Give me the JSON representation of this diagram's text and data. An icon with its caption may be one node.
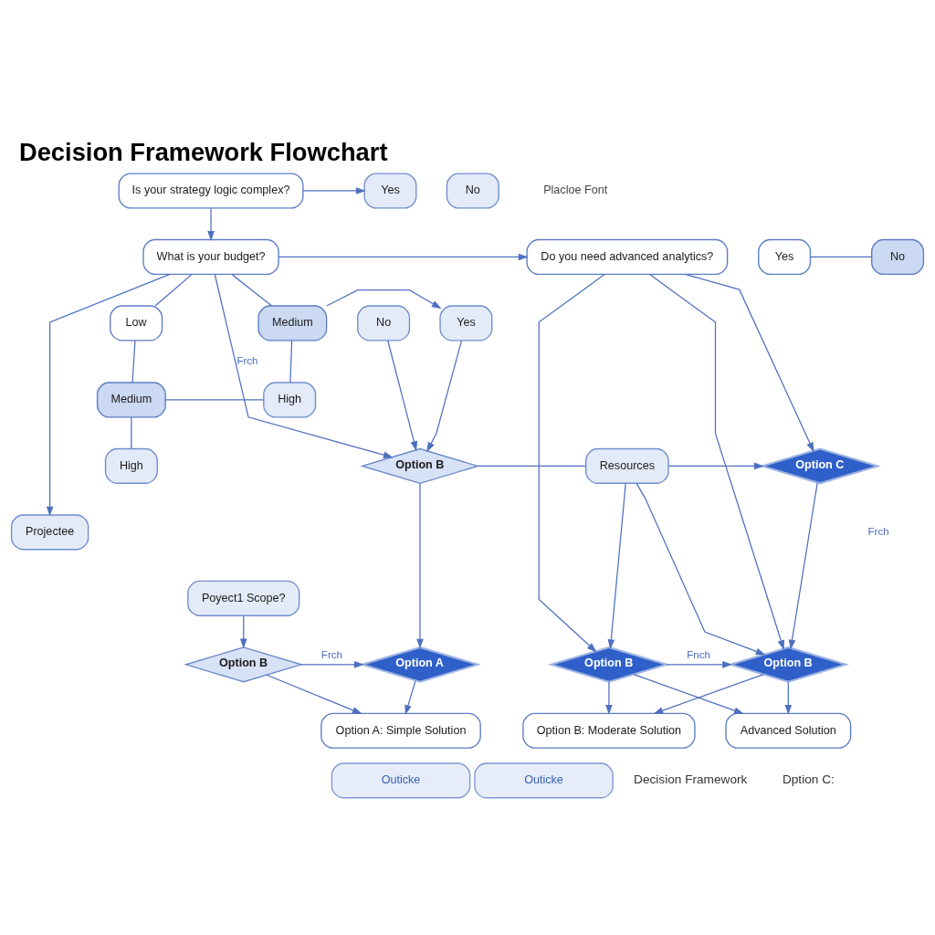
{
  "diagram": {
    "title": "Decision Framework Flowchart",
    "nodes": [
      {
        "text": [
          "Is your strategy logic complex?"
        ]
      },
      {
        "text": [
          "Yes"
        ]
      },
      {
        "text": [
          "No"
        ]
      },
      {
        "text": [
          "What is your budget?"
        ]
      },
      {
        "text": [
          "Do you need advanced analytics?"
        ]
      },
      {
        "text": [
          "Yes"
        ]
      },
      {
        "text": [
          "No"
        ]
      },
      {
        "text": [
          "Low"
        ]
      },
      {
        "text": [
          "Medium"
        ]
      },
      {
        "text": [
          "Yes"
        ]
      },
      {
        "text": [
          "No"
        ]
      },
      {
        "text": [
          "Medium"
        ]
      },
      {
        "text": [
          "High"
        ]
      },
      {
        "text": [
          "High"
        ]
      },
      {
        "text": [
          "Resources"
        ]
      },
      {
        "text": [
          "Option B"
        ]
      },
      {
        "text": [
          "Option C"
        ]
      },
      {
        "text": [
          "Projectee"
        ]
      },
      {
        "text": [
          "Poyect1 Scope?"
        ]
      },
      {
        "text": [
          "Option B"
        ]
      },
      {
        "text": [
          "Option A"
        ]
      },
      {
        "text": [
          "Option B"
        ]
      },
      {
        "text": [
          "Option B"
        ]
      },
      {
        "text": [
          "Option A: Simple Solution"
        ]
      },
      {
        "text": [
          "Option B: Moderate Solution"
        ]
      },
      {
        "text": [
          "Advanced Solution"
        ]
      },
      {
        "text": [
          "Outicke"
        ]
      },
      {
        "text": [
          "Outicke"
        ]
      }
    ],
    "edges": [
      {
        "from": 0,
        "to": 1,
        "arrow": "to"
      },
      {
        "from": 0,
        "to": 3,
        "arrow": "to"
      },
      {
        "from": 3,
        "to": 4,
        "arrow": "to"
      },
      {
        "from": 4,
        "to": 16,
        "arrow": "to"
      },
      {
        "from": 4,
        "to": 21,
        "arrow": "to"
      },
      {
        "from": 4,
        "to": 22,
        "arrow": "to"
      },
      {
        "from": 14,
        "to": 16,
        "arrow": "to"
      },
      {
        "from": 14,
        "to": 21,
        "arrow": "to"
      },
      {
        "from": 14,
        "to": 22,
        "arrow": "to"
      },
      {
        "from": 5,
        "to": 6,
        "arrow": "none"
      },
      {
        "from": 3,
        "to": 7,
        "arrow": "none"
      },
      {
        "from": 3,
        "to": 8,
        "arrow": "none"
      },
      {
        "from": 8,
        "to": 9,
        "arrow": "to"
      },
      {
        "from": 7,
        "to": 11,
        "arrow": "none"
      },
      {
        "from": 8,
        "to": 12,
        "arrow": "none"
      },
      {
        "from": 11,
        "to": 12,
        "arrow": "none"
      },
      {
        "from": 11,
        "to": 13,
        "arrow": "none"
      },
      {
        "from": 9,
        "to": 15,
        "arrow": "to"
      },
      {
        "from": 10,
        "to": 15,
        "arrow": "to"
      },
      {
        "from": 15,
        "to": 14,
        "arrow": "none"
      },
      {
        "from": 3,
        "to": 15,
        "arrow": "to",
        "label": "Frch"
      },
      {
        "from": 3,
        "to": 17,
        "arrow": "to"
      },
      {
        "from": 18,
        "to": 19,
        "arrow": "to"
      },
      {
        "from": 15,
        "to": 20,
        "arrow": "to"
      },
      {
        "from": 19,
        "to": 20,
        "arrow": "to",
        "label": "Frch"
      },
      {
        "from": 16,
        "to": 22,
        "arrow": "to"
      },
      {
        "from": 21,
        "to": 22,
        "arrow": "to",
        "label": "Fnch"
      },
      {
        "from": 19,
        "to": 23,
        "arrow": "to"
      },
      {
        "from": 20,
        "to": 23,
        "arrow": "to"
      },
      {
        "from": 21,
        "to": 24,
        "arrow": "to"
      },
      {
        "from": 21,
        "to": 25,
        "arrow": "to"
      },
      {
        "from": 22,
        "to": 24,
        "arrow": "to"
      },
      {
        "from": 22,
        "to": 25,
        "arrow": "to"
      }
    ],
    "labels": [
      "Placloe Font",
      "Frch",
      "Decision Framework",
      "Dption C:"
    ]
  }
}
